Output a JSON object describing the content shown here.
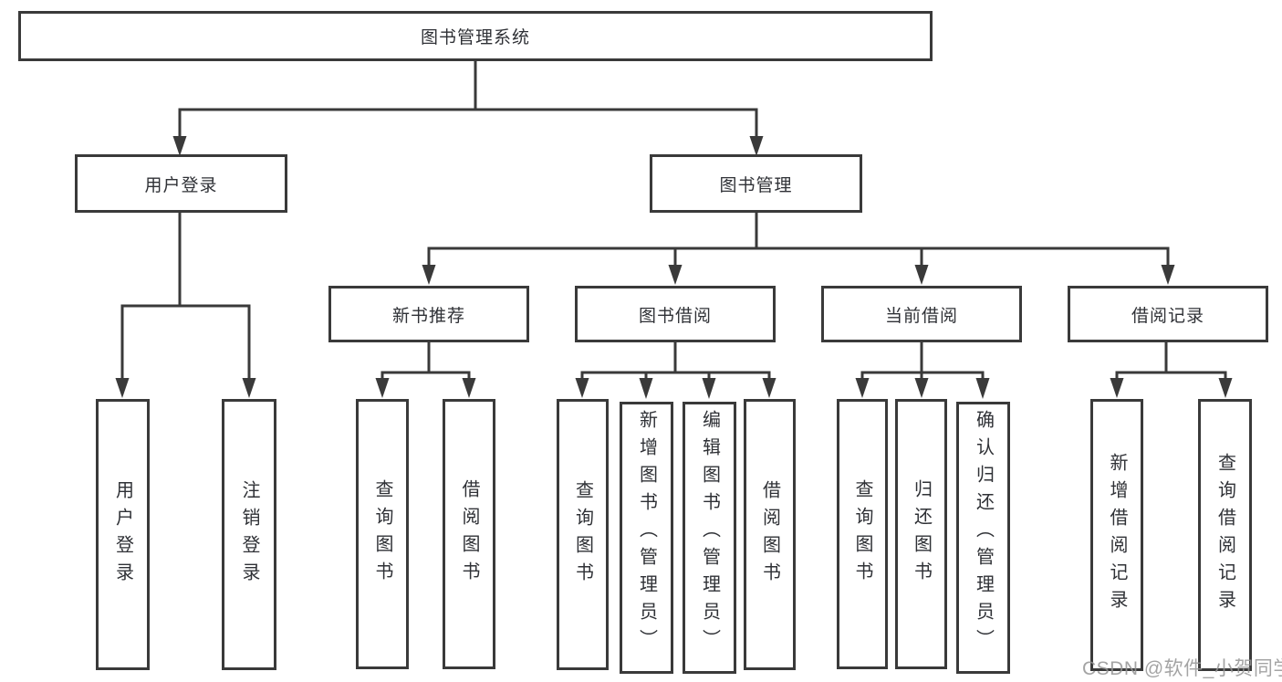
{
  "tree": {
    "root": "图书管理系统",
    "l2": [
      {
        "label": "用户登录",
        "children": [
          "用户登录",
          "注销登录"
        ]
      },
      {
        "label": "图书管理"
      }
    ],
    "l3": [
      {
        "label": "新书推荐",
        "children": [
          "查询图书",
          "借阅图书"
        ]
      },
      {
        "label": "图书借阅",
        "children": [
          "查询图书",
          "新增图书（管理员）",
          "编辑图书（管理员）",
          "借阅图书"
        ]
      },
      {
        "label": "当前借阅",
        "children": [
          "查询图书",
          "归还图书",
          "确认归还（管理员）"
        ]
      },
      {
        "label": "借阅记录",
        "children": [
          "新增借阅记录",
          "查询借阅记录"
        ]
      }
    ],
    "watermark": "CSDN @软件_小贺同学"
  }
}
